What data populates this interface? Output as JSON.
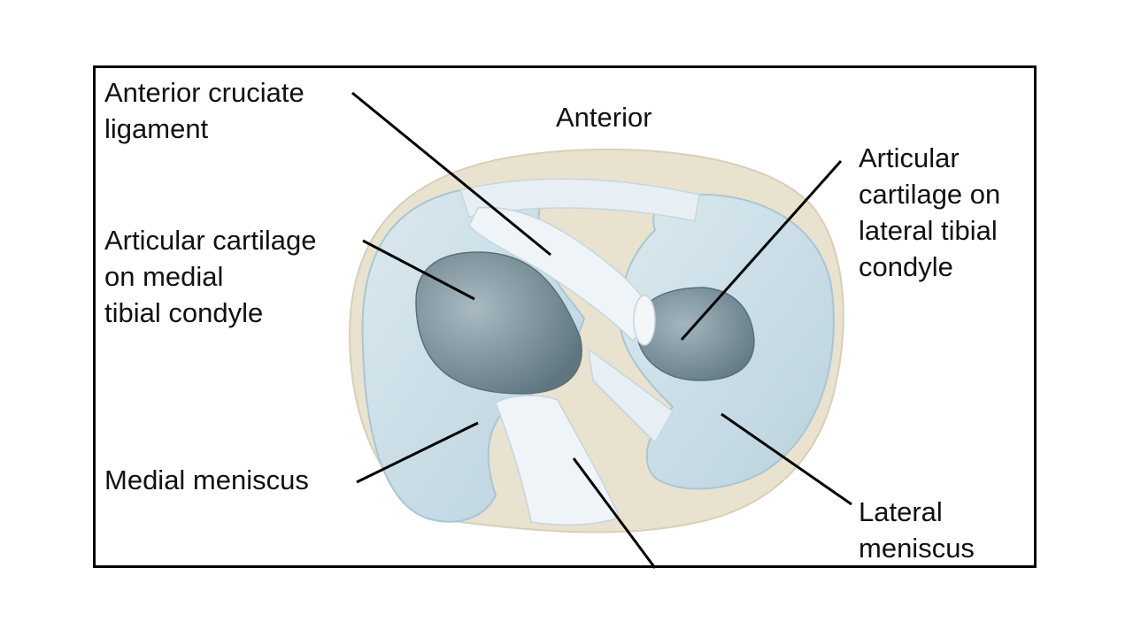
{
  "labels": {
    "acl": "Anterior cruciate\nligament",
    "anterior": "Anterior",
    "art_lateral": "Articular\ncartilage on\nlateral tibial\ncondyle",
    "art_medial": "Articular cartilage\non medial\ntibial condyle",
    "medial_meniscus": "Medial meniscus",
    "lateral_meniscus": "Lateral\nmeniscus"
  },
  "colors": {
    "meniscus": "#c9dde6",
    "meniscus_edge": "#a9c6d4",
    "cartilage": "#7f959f",
    "ligament": "#e8eff4",
    "bone": "#e9e2cf"
  }
}
